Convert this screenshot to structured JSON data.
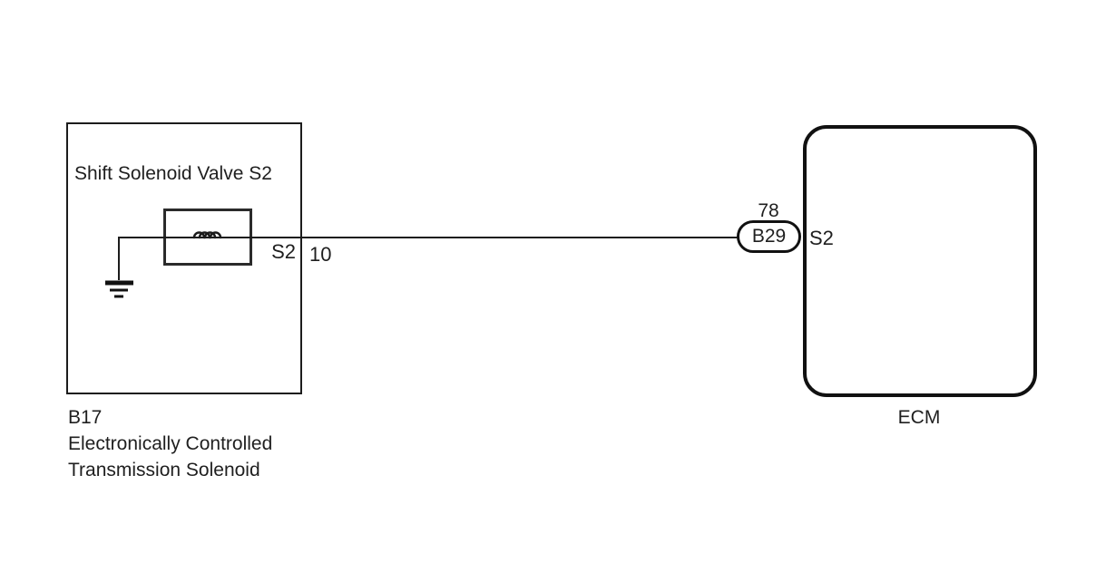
{
  "diagram": {
    "solenoid_unit": {
      "title": "Shift Solenoid Valve S2",
      "internal_pin_label": "S2",
      "pin_number": "10",
      "caption_code": "B17",
      "caption_line1": "Electronically Controlled",
      "caption_line2": "Transmission Solenoid"
    },
    "ecm_unit": {
      "connector_pin_number": "78",
      "connector_code": "B29",
      "pin_label": "S2",
      "caption": "ECM"
    },
    "colors": {
      "line": "#1c1c1c",
      "background": "#ffffff"
    }
  }
}
